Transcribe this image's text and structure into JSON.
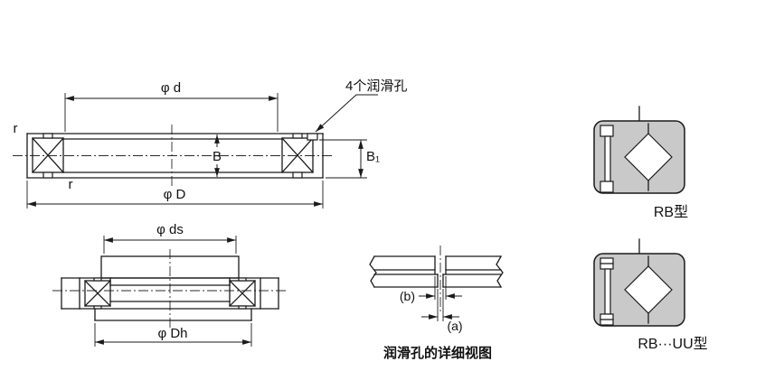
{
  "main_view": {
    "dim_phi_d": "φ d",
    "dim_phi_D": "φ D",
    "dim_B": "B",
    "dim_B1": "B₁",
    "fillet_top": "r",
    "fillet_bottom": "r",
    "lube_note": "4个润滑孔"
  },
  "mount_view": {
    "dim_phi_ds": "φ ds",
    "dim_phi_Dh": "φ Dh"
  },
  "detail_view": {
    "dim_a": "(a)",
    "dim_b": "(b)",
    "caption": "润滑孔的详细视图"
  },
  "type_views": {
    "rb": "RB型",
    "rb_uu": "RB···UU型"
  },
  "colors": {
    "line": "#1a1a1a",
    "section_fill": "#c9c9c9",
    "background": "#ffffff"
  }
}
